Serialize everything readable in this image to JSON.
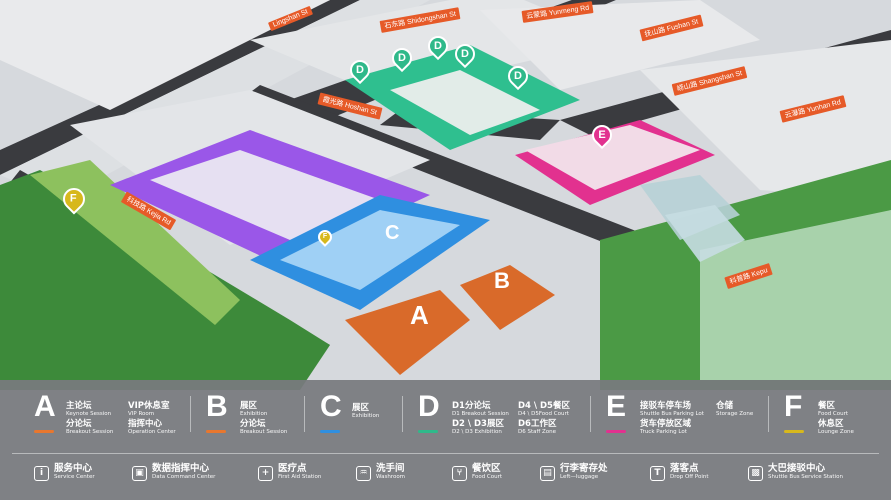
{
  "colors": {
    "A": "#e8772e",
    "B": "#e8772e",
    "C": "#2f8fe0",
    "D": "#2fb98a",
    "E": "#e2318f",
    "F": "#d7b81c"
  },
  "roads": {
    "r1": "Lingshan St",
    "r2": "石东路 Shidongshan St",
    "r3": "云蒙路 Yunmeng Rd",
    "r4": "抚山路 Fushan St",
    "r5": "崂山路 Shangshan St",
    "r6": "云瀑路 Yunhan Rd",
    "r7": "霞光路 Hoshan St",
    "r8": "科普路 Kepu",
    "r9": "科技路 Kejia Rd"
  },
  "map": {
    "pin_labels": [
      "A",
      "B",
      "C",
      "D",
      "D",
      "D",
      "D",
      "D",
      "E",
      "F",
      "F"
    ]
  },
  "legend": {
    "A": {
      "letter": "A",
      "c1_cn": "主论坛",
      "c1_en": "Keynote Session",
      "c2_cn": "VIP休息室",
      "c2_en": "VIP Room",
      "c3_cn": "分论坛",
      "c3_en": "Breakout Session",
      "c4_cn": "指挥中心",
      "c4_en": "Operation Center"
    },
    "B": {
      "letter": "B",
      "c1_cn": "展区",
      "c1_en": "Exhibition",
      "c2_cn": "分论坛",
      "c2_en": "Breakout Session"
    },
    "C": {
      "letter": "C",
      "c1_cn": "展区",
      "c1_en": "Exhibition"
    },
    "D": {
      "letter": "D",
      "c1_cn": "D1分论坛",
      "c1_en": "D1 Breakout Session",
      "c2_cn": "D4 \\ D5餐区",
      "c2_en": "D4 \\ D5Food Court",
      "c3_cn": "D2 \\ D3展区",
      "c3_en": "D2 \\ D3 Exhibition",
      "c4_cn": "D6工作区",
      "c4_en": "D6 Staff Zone"
    },
    "E": {
      "letter": "E",
      "c1_cn": "接驳车停车场",
      "c1_en": "Shuttle Bus Parking Lot",
      "c2_cn": "仓储",
      "c2_en": "Storage Zone",
      "c3_cn": "货车停放区域",
      "c3_en": "Truck Parking Lot"
    },
    "F": {
      "letter": "F",
      "c1_cn": "餐区",
      "c1_en": "Food Court",
      "c2_cn": "休息区",
      "c2_en": "Lounge Zone"
    }
  },
  "services": [
    {
      "icon": "i",
      "cn": "服务中心",
      "en": "Service Center"
    },
    {
      "icon": "▣",
      "cn": "数据指挥中心",
      "en": "Data Command Center"
    },
    {
      "icon": "+",
      "cn": "医疗点",
      "en": "First Aid Station"
    },
    {
      "icon": "♒",
      "cn": "洗手间",
      "en": "Washroom"
    },
    {
      "icon": "⑂",
      "cn": "餐饮区",
      "en": "Food Court"
    },
    {
      "icon": "▤",
      "cn": "行李寄存处",
      "en": "Left—luggage"
    },
    {
      "icon": "T",
      "cn": "落客点",
      "en": "Drop Off Point"
    },
    {
      "icon": "▩",
      "cn": "大巴接驳中心",
      "en": "Shuttle Bus Service Station"
    }
  ]
}
